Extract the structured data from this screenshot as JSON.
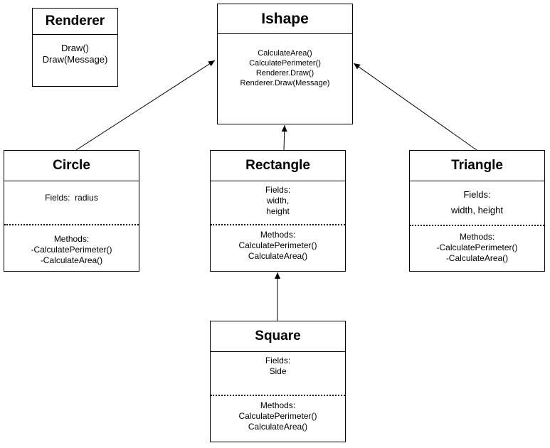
{
  "renderer": {
    "title": "Renderer",
    "methods": [
      "Draw()",
      "Draw(Message)"
    ]
  },
  "ishape": {
    "title": "Ishape",
    "methods": [
      "CalculateArea()",
      "CalculatePerimeter()",
      "Renderer.Draw()",
      "Renderer.Draw(Message)"
    ]
  },
  "circle": {
    "title": "Circle",
    "fields": [
      "Fields:  radius"
    ],
    "methods": [
      "Methods:",
      "-CalculatePerimeter()",
      "-CalculateArea()"
    ]
  },
  "rectangle": {
    "title": "Rectangle",
    "fields": [
      "Fields:",
      "width,",
      "height"
    ],
    "methods": [
      "Methods:",
      "CalculatePerimeter()",
      "CalculateArea()"
    ]
  },
  "triangle": {
    "title": "Triangle",
    "fields": [
      "Fields:",
      "width, height"
    ],
    "methods": [
      "Methods:",
      "-CalculatePerimeter()",
      "-CalculateArea()"
    ]
  },
  "square": {
    "title": "Square",
    "fields": [
      "Fields:",
      "Side"
    ],
    "methods": [
      "Methods:",
      "CalculatePerimeter()",
      "CalculateArea()"
    ]
  }
}
